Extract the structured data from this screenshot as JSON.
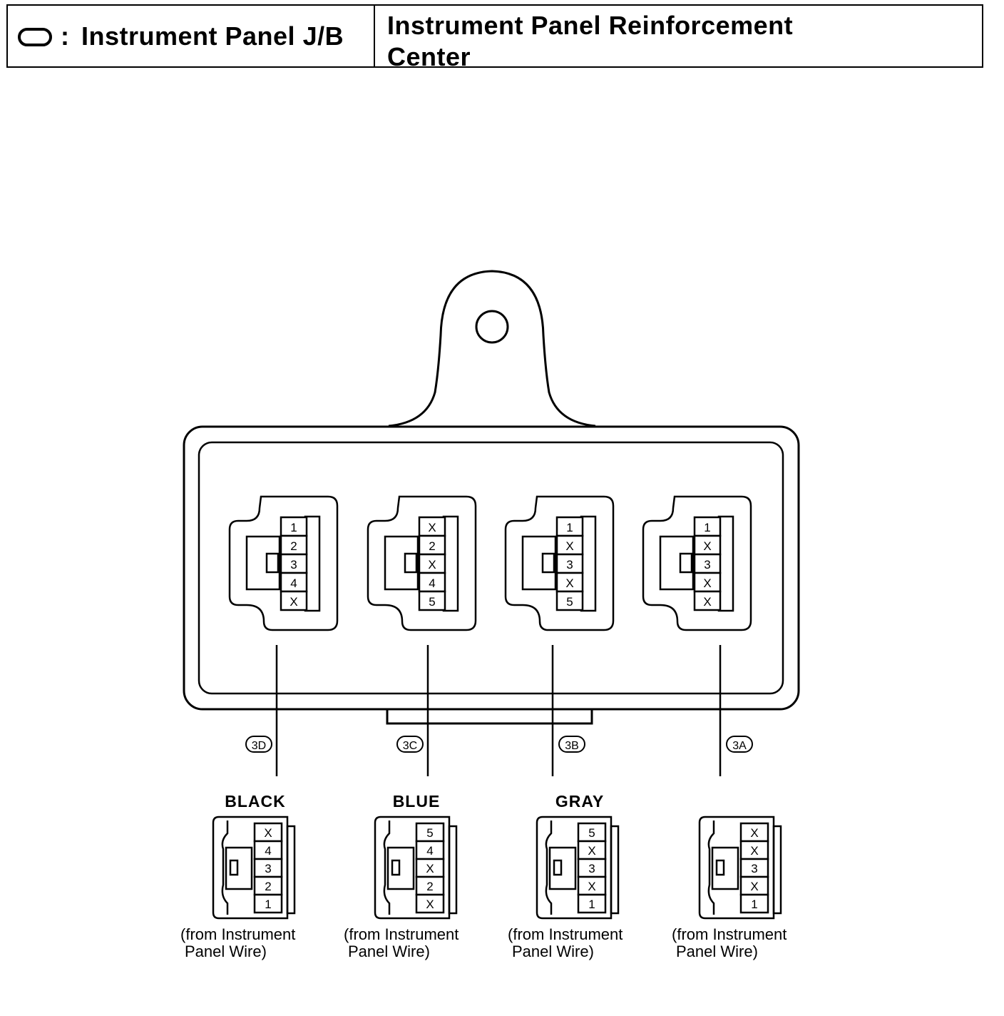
{
  "header": {
    "legend_text": "Instrument Panel J/B",
    "colon": ":",
    "location_line1": "Instrument Panel Reinforcement",
    "location_line2": "Center"
  },
  "junction_box": {
    "connectors": [
      {
        "code": "3D",
        "pins": [
          "1",
          "2",
          "3",
          "4",
          "X"
        ]
      },
      {
        "code": "3C",
        "pins": [
          "X",
          "2",
          "X",
          "4",
          "5"
        ]
      },
      {
        "code": "3B",
        "pins": [
          "1",
          "X",
          "3",
          "X",
          "5"
        ]
      },
      {
        "code": "3A",
        "pins": [
          "1",
          "X",
          "3",
          "X",
          "X"
        ]
      }
    ]
  },
  "mating_connectors": [
    {
      "color": "BLACK",
      "pins": [
        "X",
        "4",
        "3",
        "2",
        "1"
      ],
      "note_line1": "(from Instrument",
      "note_line2": "Panel Wire)"
    },
    {
      "color": "BLUE",
      "pins": [
        "5",
        "4",
        "X",
        "2",
        "X"
      ],
      "note_line1": "(from Instrument",
      "note_line2": "Panel Wire)"
    },
    {
      "color": "GRAY",
      "pins": [
        "5",
        "X",
        "3",
        "X",
        "1"
      ],
      "note_line1": "(from Instrument",
      "note_line2": "Panel Wire)"
    },
    {
      "color": "",
      "pins": [
        "X",
        "X",
        "3",
        "X",
        "1"
      ],
      "note_line1": "(from Instrument",
      "note_line2": "Panel Wire)"
    }
  ]
}
